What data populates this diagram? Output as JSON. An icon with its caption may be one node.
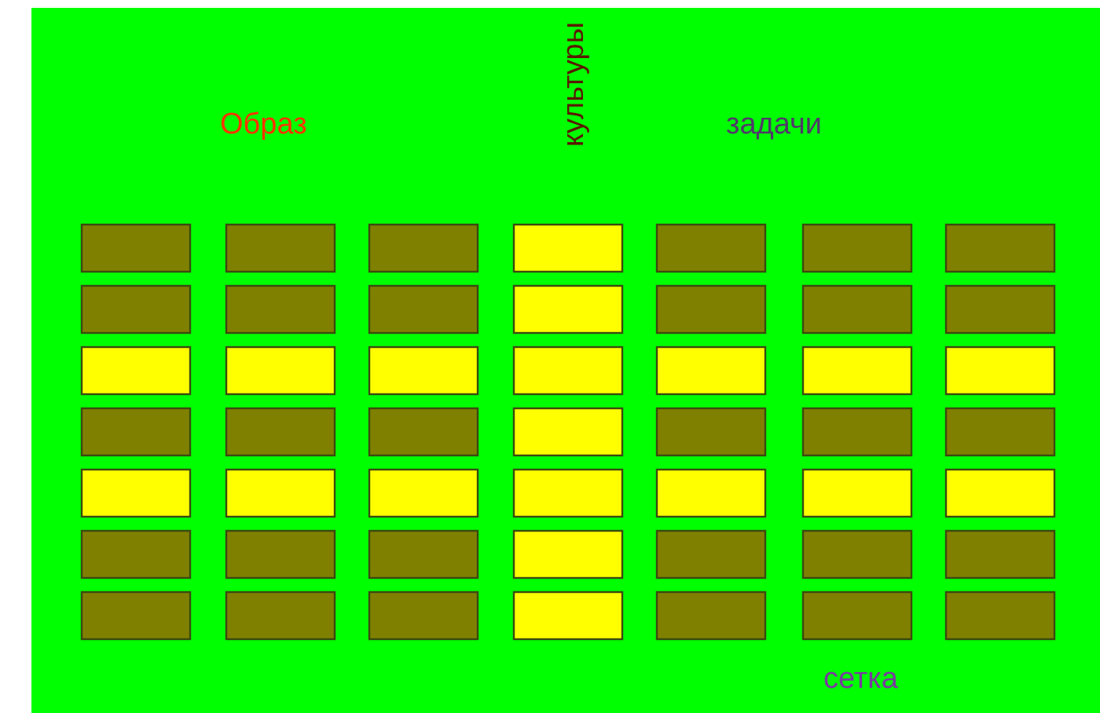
{
  "diagram": {
    "labels": [
      "Образ",
      "культуры",
      "задачи",
      "сетка"
    ]
  }
}
